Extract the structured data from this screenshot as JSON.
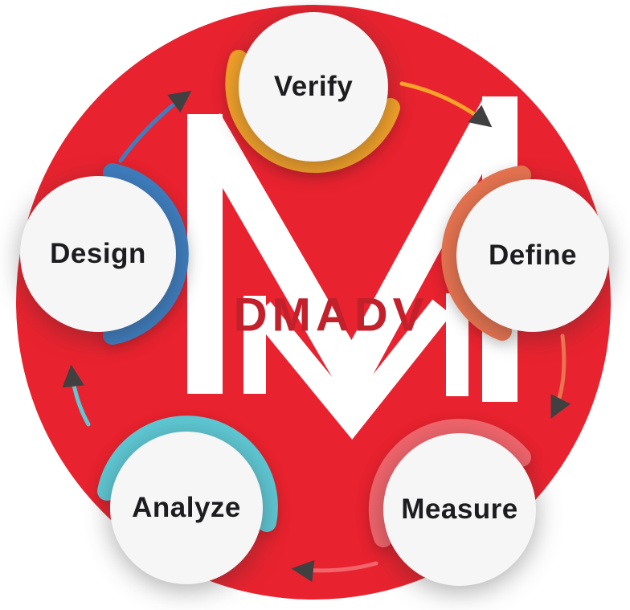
{
  "diagram": {
    "title": "DMADV",
    "nodes": [
      {
        "id": "verify",
        "label": "Verify",
        "color": "#F5A329"
      },
      {
        "id": "define",
        "label": "Define",
        "color": "#E87450"
      },
      {
        "id": "measure",
        "label": "Measure",
        "color": "#F2656C"
      },
      {
        "id": "analyze",
        "label": "Analyze",
        "color": "#5EC8D4"
      },
      {
        "id": "design",
        "label": "Design",
        "color": "#3E7EC0"
      }
    ],
    "arrows": [
      {
        "from": "design",
        "to": "verify"
      },
      {
        "from": "verify",
        "to": "define"
      },
      {
        "from": "define",
        "to": "measure"
      },
      {
        "from": "measure",
        "to": "analyze"
      },
      {
        "from": "analyze",
        "to": "design"
      }
    ],
    "colors": {
      "background_circle": "#E8232F",
      "title_text": "#C2202B",
      "node_fill": "#F6F6F6",
      "label_text": "#1D1D1F",
      "arrow_head": "#404040",
      "logo": "#FFFFFF"
    }
  }
}
